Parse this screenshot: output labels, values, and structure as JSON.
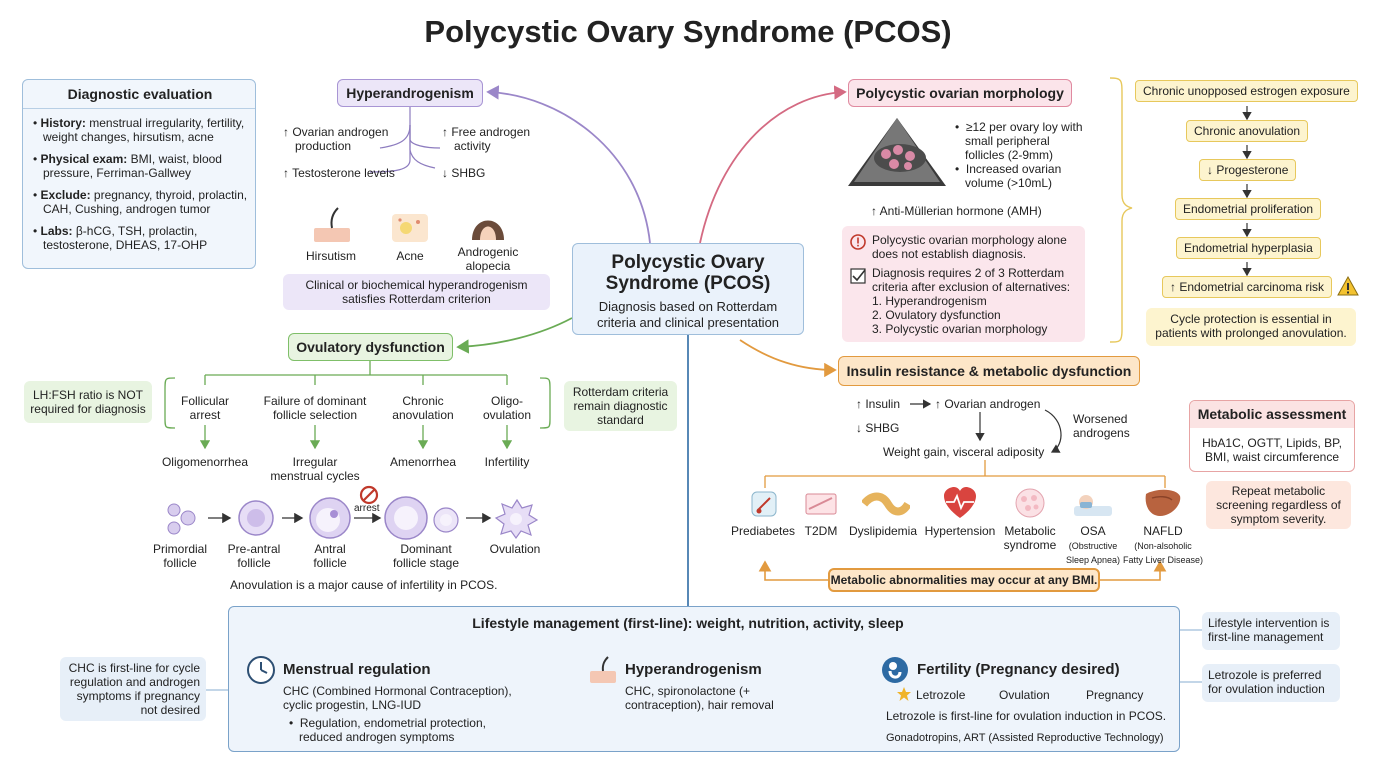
{
  "title": "Polycystic Ovary Syndrome (PCOS)",
  "center": {
    "title_line1": "Polycystic Ovary",
    "title_line2": "Syndrome (PCOS)",
    "subtitle_line1": "Diagnosis based on Rotterdam",
    "subtitle_line2": "criteria and clinical presentation"
  },
  "diagnostic": {
    "heading": "Diagnostic evaluation",
    "items": [
      {
        "label": "History:",
        "line1": " menstrual irregularity, fertility,",
        "line2": "weight changes, hirsutism, acne"
      },
      {
        "label": "Physical exam:",
        "line1": " BMI, waist, blood",
        "line2": "pressure, Ferriman-Gallwey"
      },
      {
        "label": "Exclude:",
        "line1": " pregnancy, thyroid, prolactin,",
        "line2": "CAH, Cushing, androgen tumor"
      },
      {
        "label": "Labs:",
        "line1": " β-hCG, TSH, prolactin,",
        "line2": "testosterone, DHEAS, 17-OHP"
      }
    ]
  },
  "hyperandrogenism": {
    "heading": "Hyperandrogenism",
    "ovarian_1": "↑ Ovarian androgen",
    "ovarian_2": "production",
    "free_1": "↑ Free androgen",
    "free_2": "activity",
    "testosterone": "↑ Testosterone levels",
    "shbg": "↓ SHBG",
    "signs": [
      "Hirsutism",
      "Acne",
      "Androgenic",
      "alopecia"
    ],
    "criterion_1": "Clinical or biochemical hyperandrogenism",
    "criterion_2": "satisfies Rotterdam criterion"
  },
  "morphology": {
    "heading": "Polycystic ovarian morphology",
    "bullet1_1": "≥12 per ovary loy with",
    "bullet1_2": "small peripheral",
    "bullet1_3": "follicles (2-9mm)",
    "bullet2_1": "Increased ovarian",
    "bullet2_2": "volume (>10mL)",
    "amh": "↑ Anti-Müllerian hormone (AMH)",
    "warn_1": "Polycystic ovarian morphology alone",
    "warn_2": "does not establish diagnosis.",
    "req_1": "Diagnosis requires 2 of 3 Rotterdam",
    "req_2": "criteria after exclusion of alternatives:",
    "req_items": [
      "1. Hyperandrogenism",
      "2. Ovulatory dysfunction",
      "3. Polycystic ovarian morphology"
    ]
  },
  "estrogen": {
    "chain": [
      "Chronic unopposed estrogen exposure",
      "Chronic anovulation",
      "↓ Progesterone",
      "Endometrial proliferation",
      "Endometrial hyperplasia",
      "↑ Endometrial carcinoma risk"
    ],
    "note_1": "Cycle protection is essential in",
    "note_2": "patients with prolonged anovulation."
  },
  "ovulatory": {
    "heading": "Ovulatory dysfunction",
    "lhfsh_1": "LH:FSH ratio is NOT",
    "lhfsh_2": "required for diagnosis",
    "rotterdam_1": "Rotterdam criteria",
    "rotterdam_2": "remain diagnostic",
    "rotterdam_3": "standard",
    "causes": [
      {
        "l1": "Follicular",
        "l2": "arrest"
      },
      {
        "l1": "Failure of dominant",
        "l2": "follicle selection"
      },
      {
        "l1": "Chronic",
        "l2": "anovulation"
      },
      {
        "l1": "Oligo-",
        "l2": "ovulation"
      }
    ],
    "effects": [
      {
        "l1": "Oligomenorrhea",
        "l2": ""
      },
      {
        "l1": "Irregular",
        "l2": "menstrual cycles"
      },
      {
        "l1": "Amenorrhea",
        "l2": ""
      },
      {
        "l1": "Infertility",
        "l2": ""
      }
    ],
    "stages": [
      {
        "l1": "Primordial",
        "l2": "follicle"
      },
      {
        "l1": "Pre-antral",
        "l2": "follicle"
      },
      {
        "l1": "Antral",
        "l2": "follicle"
      },
      {
        "l1": "Dominant",
        "l2": "follicle stage"
      },
      {
        "l1": "Ovulation",
        "l2": ""
      }
    ],
    "arrest_label": "arrest",
    "anovulation_note": "Anovulation is a major cause of infertility in PCOS."
  },
  "insulin": {
    "heading": "Insulin resistance & metabolic dysfunction",
    "insulin": "↑ Insulin",
    "ovarian": "↑ Ovarian androgen",
    "shbg": "↓ SHBG",
    "worsened_1": "Worsened",
    "worsened_2": "androgens",
    "weight": "Weight gain, visceral adiposity",
    "conditions": [
      {
        "l1": "Prediabetes",
        "l2": "",
        "s1": "",
        "s2": ""
      },
      {
        "l1": "T2DM",
        "l2": "",
        "s1": "",
        "s2": ""
      },
      {
        "l1": "Dyslipidemia",
        "l2": "",
        "s1": "",
        "s2": ""
      },
      {
        "l1": "Hypertension",
        "l2": "",
        "s1": "",
        "s2": ""
      },
      {
        "l1": "Metabolic",
        "l2": "syndrome",
        "s1": "",
        "s2": ""
      },
      {
        "l1": "OSA",
        "l2": "",
        "s1": "(Obstructive",
        "s2": "Sleep Apnea)"
      },
      {
        "l1": "NAFLD",
        "l2": "",
        "s1": "(Non-alsoholic",
        "s2": "Fatty Liver Disease)"
      }
    ],
    "any_bmi": "Metabolic abnormalities may occur at any BMI."
  },
  "metabolic": {
    "heading": "Metabolic assessment",
    "line1": "HbA1C, OGTT, Lipids, BP,",
    "line2": "BMI, waist circumference",
    "repeat_1": "Repeat metabolic",
    "repeat_2": "screening regardless of",
    "repeat_3": "symptom severity."
  },
  "lifestyle": {
    "heading": "Lifestyle management (first-line): weight, nutrition, activity, sleep",
    "menstrual": {
      "heading": "Menstrual regulation",
      "l1": "CHC (Combined Hormonal Contraception),",
      "l2": "cyclic progestin, LNG-IUD",
      "b1": "Regulation, endometrial protection,",
      "b2": "reduced androgen symptoms"
    },
    "hyper": {
      "heading": "Hyperandrogenism",
      "l1": "CHC, spironolactone (+",
      "l2": "contraception), hair removal"
    },
    "fertility": {
      "heading": "Fertility (Pregnancy desired)",
      "flow": [
        "Letrozole",
        "Ovulation",
        "Pregnancy"
      ],
      "l1": "Letrozole is first-line for ovulation induction in PCOS.",
      "l2": "Gonadotropins, ART (Assisted Reproductive Technology)"
    },
    "chc_note": [
      "CHC is first-line for cycle",
      "regulation and androgen",
      "symptoms if pregnancy",
      "not desired"
    ],
    "first_line_note": [
      "Lifestyle intervention is",
      "first-line management"
    ],
    "letrozole_note": [
      "Letrozole is preferred",
      "for ovulation induction"
    ]
  },
  "colors": {
    "blue_border": "#9fbedb",
    "purple": "#d9cff0",
    "pink": "#f9dfe6",
    "green": "#e3f1db",
    "orange": "#fde6c8",
    "yellow": "#fdf4cf"
  }
}
